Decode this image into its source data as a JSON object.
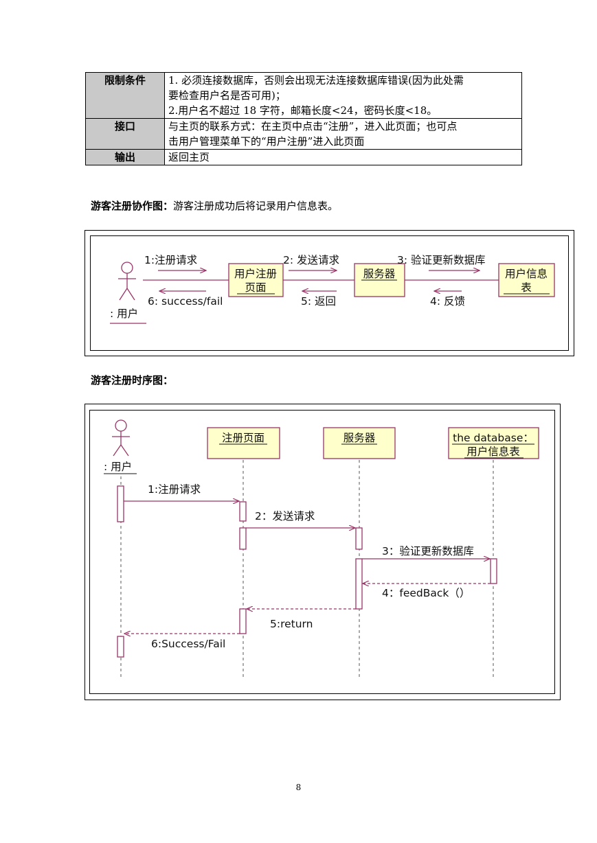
{
  "table": {
    "rows": [
      {
        "label": "限制条件",
        "lines": [
          "1. 必须连接数据库，否则会出现无法连接数据库错误(因为此处需",
          "要检查用户名是否可用)；",
          "2.用户名不超过 18 字符，邮箱长度<24，密码长度<18。"
        ]
      },
      {
        "label": "接口",
        "lines": [
          "与主页的联系方式：在主页中点击“注册”，进入此页面；也可点",
          "击用户管理菜单下的“用户注册”进入此页面"
        ]
      },
      {
        "label": "输出",
        "lines": [
          "返回主页"
        ]
      }
    ]
  },
  "collab_caption": {
    "bold": "游客注册协作图：",
    "text": "游客注册成功后将记录用户信息表。"
  },
  "collab": {
    "actor": ": 用户",
    "boxes": [
      [
        "用户注册",
        "页面"
      ],
      [
        "服务器"
      ],
      [
        "用户信息",
        "表"
      ]
    ],
    "messages": [
      "1:注册请求",
      "6: success/fail",
      "2: 发送请求",
      "5: 返回",
      "3: 验证更新数据库",
      "4: 反馈"
    ]
  },
  "seq_caption": {
    "bold": "游客注册时序图：",
    "text": ""
  },
  "seq": {
    "actor": ": 用户",
    "objects": [
      [
        "注册页面"
      ],
      [
        "服务器"
      ],
      [
        "the database：",
        "用户信息表"
      ]
    ],
    "messages": [
      "1:注册请求",
      "2：发送请求",
      "3：验证更新数据库",
      "4：feedBack（）",
      "5:return",
      "6:Success/Fail"
    ]
  },
  "colors": {
    "box_fill": "#ffffcc",
    "box_stroke": "#993366",
    "arrow": "#993366"
  },
  "page_number": "8"
}
